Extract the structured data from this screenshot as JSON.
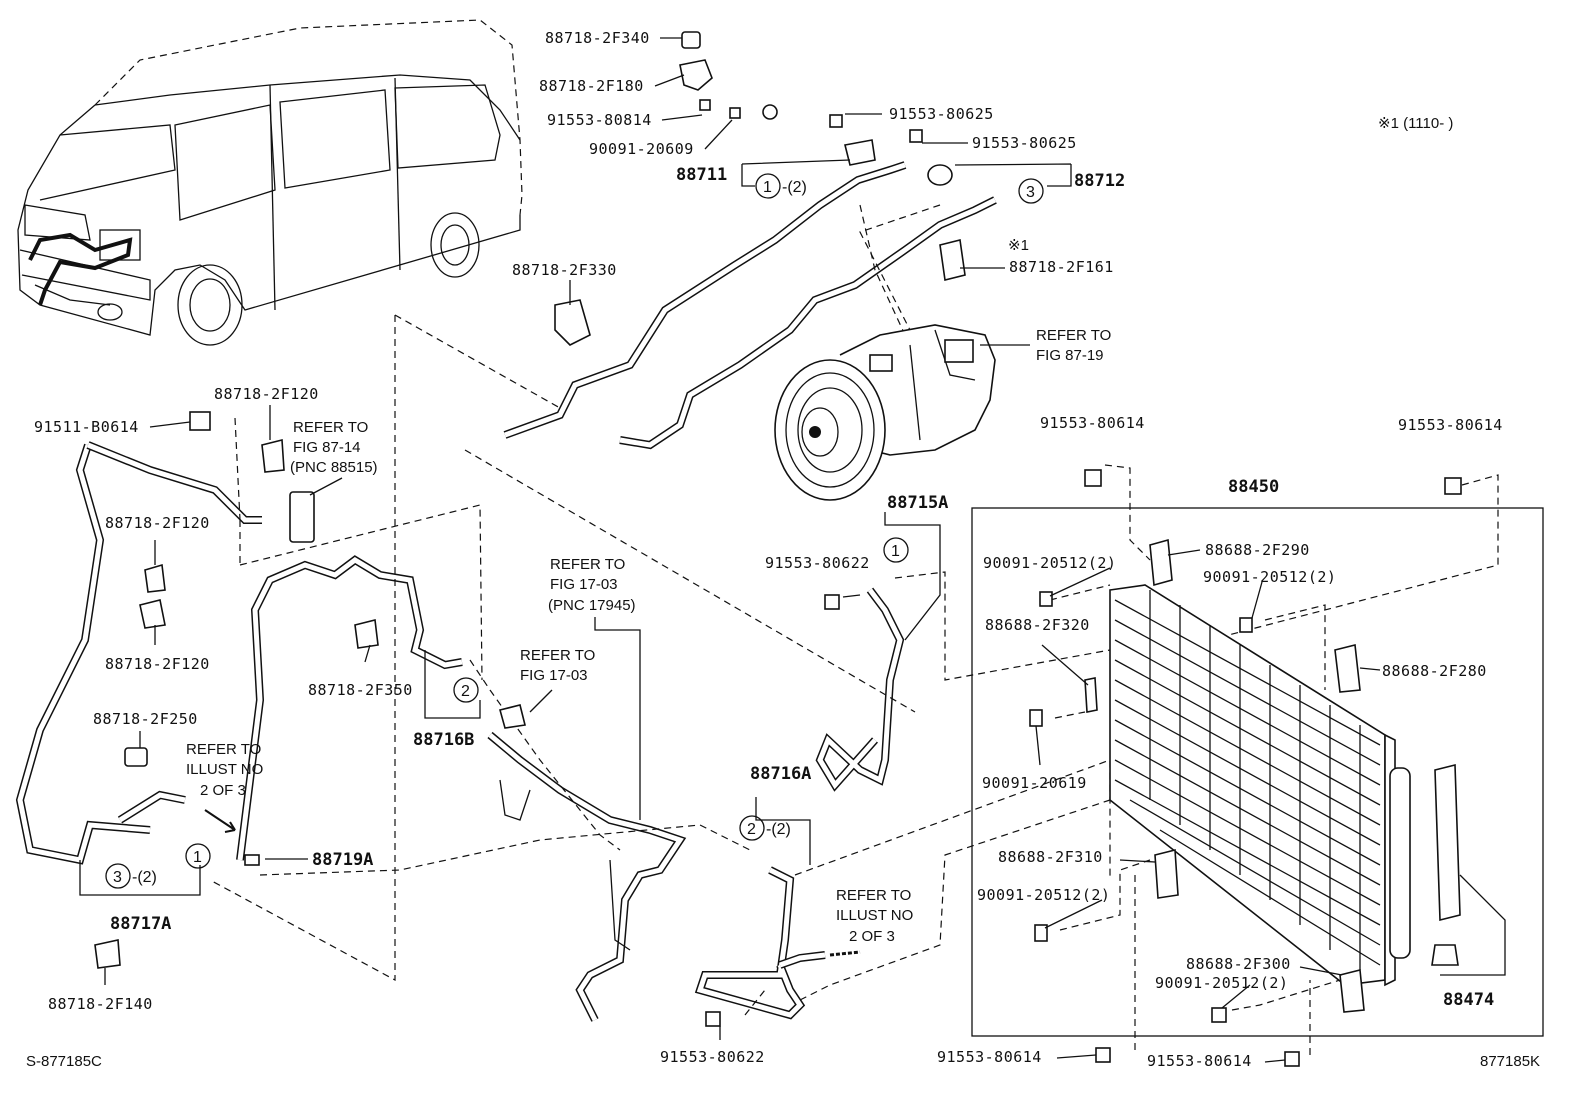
{
  "diagram": {
    "part_labels": {
      "p_88718_2F340": "88718-2F340",
      "p_88718_2F180": "88718-2F180",
      "p_91553_80814": "91553-80814",
      "p_90091_20609": "90091-20609",
      "p_91553_80625_a": "91553-80625",
      "p_91553_80625_b": "91553-80625",
      "p_88711": "88711",
      "p_88712": "88712",
      "p_88718_2F161": "88718-2F161",
      "p_88718_2F330": "88718-2F330",
      "p_88718_2F120_a": "88718-2F120",
      "p_91511_B0614": "91511-B0614",
      "p_88718_2F120_b": "88718-2F120",
      "p_88718_2F120_c": "88718-2F120",
      "p_88718_2F250": "88718-2F250",
      "p_88717A": "88717A",
      "p_88718_2F140": "88718-2F140",
      "p_88719A": "88719A",
      "p_88718_2F350": "88718-2F350",
      "p_88716B": "88716B",
      "p_88716A": "88716A",
      "p_88715A": "88715A",
      "p_91553_80622_a": "91553-80622",
      "p_91553_80622_b": "91553-80622",
      "p_91553_80614_a": "91553-80614",
      "p_91553_80614_b": "91553-80614",
      "p_91553_80614_c": "91553-80614",
      "p_91553_80614_d": "91553-80614",
      "p_88450": "88450",
      "p_88688_2F290": "88688-2F290",
      "p_90091_20512_a": "90091-20512(2)",
      "p_90091_20512_b": "90091-20512(2)",
      "p_90091_20512_c": "90091-20512(2)",
      "p_90091_20512_d": "90091-20512(2)",
      "p_88688_2F320": "88688-2F320",
      "p_88688_2F280": "88688-2F280",
      "p_90091_20619": "90091-20619",
      "p_88688_2F310": "88688-2F310",
      "p_88688_2F300": "88688-2F300",
      "p_88474": "88474"
    },
    "refs": {
      "r1_line1": "REFER TO",
      "r1_line2": "FIG 87-19",
      "r2_line1": "REFER TO",
      "r2_line2": "FIG 87-14",
      "r2_line3": "(PNC 88515)",
      "r3_line1": "REFER TO",
      "r3_line2": "FIG 17-03",
      "r3_line3": "(PNC 17945)",
      "r4_line1": "REFER TO",
      "r4_line2": "FIG 17-03",
      "r5_line1": "REFER TO",
      "r5_line2": "ILLUST NO",
      "r5_line3": "2 OF 3",
      "r6_line1": "REFER TO",
      "r6_line2": "ILLUST NO",
      "r6_line3": "2 OF 3"
    },
    "callouts": {
      "c1": "1",
      "c1q": "-(2)",
      "c3": "3",
      "c1b": "1",
      "c2": "2",
      "c3b": "3",
      "c3bq": "-(2)",
      "c1c": "1",
      "c2b": "2",
      "c2bq": "-(2)"
    },
    "notes": {
      "note_top": "※1 (1110-      )",
      "note_mark": "※1",
      "code_left": "S-877185C",
      "code_right": "877185K"
    }
  }
}
